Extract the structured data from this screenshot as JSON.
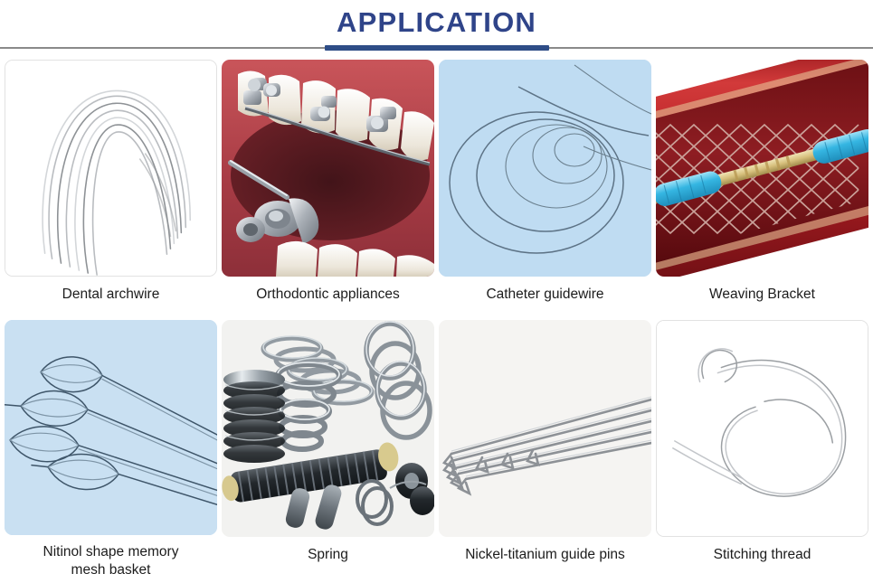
{
  "header": {
    "title": "APPLICATION",
    "title_color": "#2f4489",
    "rule_color": "#8a8a8a",
    "accent_color": "#2e4d87"
  },
  "grid": {
    "columns": 4,
    "rows": 2,
    "cards": [
      {
        "caption": "Dental archwire",
        "image_name": "dental-archwire-photo",
        "background": "#ffffff",
        "bordered": true,
        "scene": "archwires"
      },
      {
        "caption": "Orthodontic appliances",
        "image_name": "orthodontic-appliances-photo",
        "background": "#b0464a",
        "bordered": false,
        "scene": "braces"
      },
      {
        "caption": "Catheter guidewire",
        "image_name": "catheter-guidewire-photo",
        "background": "#bfdcf2",
        "bordered": false,
        "scene": "guidewire"
      },
      {
        "caption": "Weaving Bracket",
        "image_name": "weaving-bracket-stent-photo",
        "background": "#ffffff",
        "bordered": false,
        "scene": "stent"
      },
      {
        "caption": "Nitinol shape memory mesh basket",
        "caption_lines": [
          "Nitinol shape memory",
          "mesh basket"
        ],
        "image_name": "nitinol-mesh-basket-photo",
        "background": "#bfdcf2",
        "bordered": false,
        "scene": "basket"
      },
      {
        "caption": "Spring",
        "image_name": "spring-photo",
        "background": "#efefef",
        "bordered": false,
        "scene": "springs"
      },
      {
        "caption": "Nickel-titanium guide pins",
        "image_name": "nickel-titanium-guide-pins-photo",
        "background": "#f4f4f2",
        "bordered": false,
        "scene": "pins"
      },
      {
        "caption": "Stitching thread",
        "image_name": "stitching-thread-photo",
        "background": "#ffffff",
        "bordered": true,
        "scene": "thread"
      }
    ]
  }
}
